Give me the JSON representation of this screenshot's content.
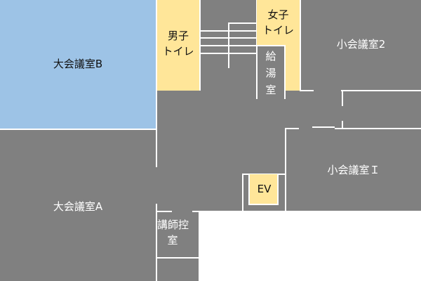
{
  "rooms": {
    "large_b": "大会議室B",
    "large_a": "大会議室A",
    "mens_restroom": "男子\nトイレ",
    "womens_restroom": "女子\nトイレ",
    "kitchenette": "給\n湯\n室",
    "small_2": "小会議室2",
    "small_1": "小会議室Ｉ",
    "elevator": "EV",
    "lecturer_room": "講師控\n室"
  },
  "colors": {
    "gray": "#808080",
    "blue": "#9dc3e6",
    "yellow": "#ffe699"
  }
}
